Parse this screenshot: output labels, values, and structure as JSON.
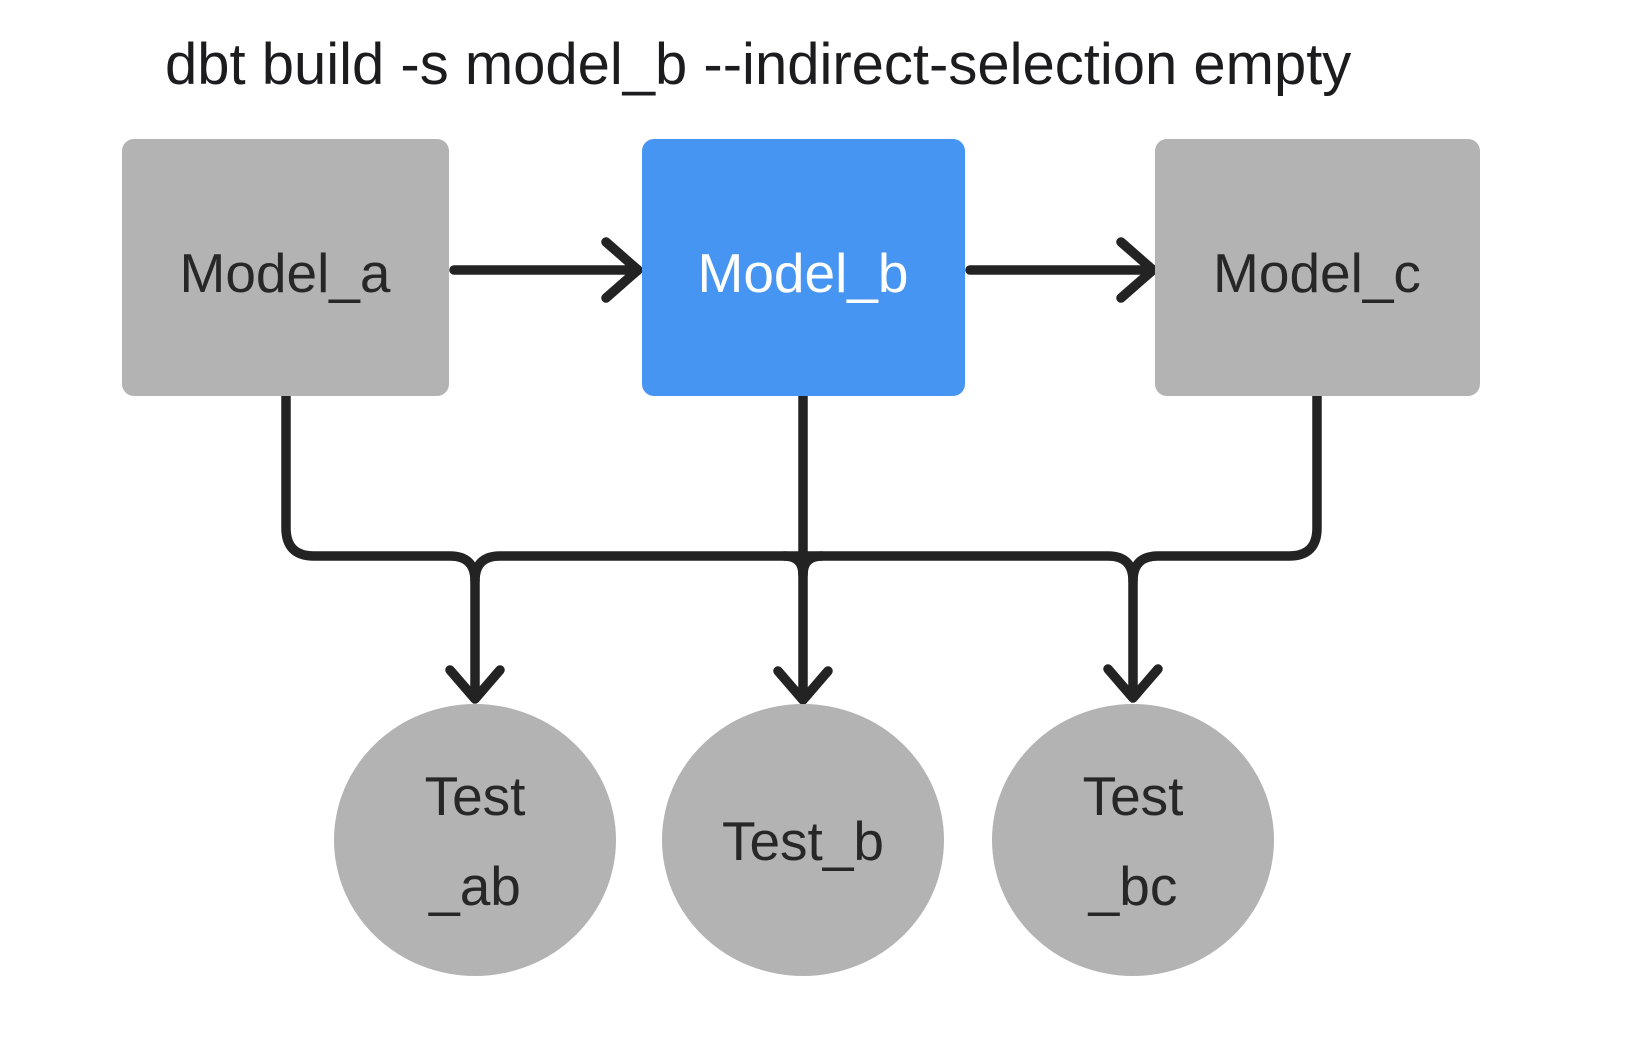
{
  "title": "dbt build -s model_b --indirect-selection empty",
  "colors": {
    "background": "#ffffff",
    "node_gray": "#b3b3b3",
    "node_selected_blue": "#4795f2",
    "edge_dark": "#232323",
    "text_dark": "#272727",
    "text_light": "#ffffff",
    "title_color": "#1c1c1e"
  },
  "nodes": {
    "model_a": {
      "label": "Model_a",
      "type": "model",
      "state": "unselected"
    },
    "model_b": {
      "label": "Model_b",
      "type": "model",
      "state": "selected"
    },
    "model_c": {
      "label": "Model_c",
      "type": "model",
      "state": "unselected"
    },
    "test_ab": {
      "label_line1": "Test",
      "label_line2": "_ab",
      "type": "test",
      "state": "excluded"
    },
    "test_b": {
      "label": "Test_b",
      "type": "test",
      "state": "excluded"
    },
    "test_bc": {
      "label_line1": "Test",
      "label_line2": "_bc",
      "type": "test",
      "state": "excluded"
    }
  },
  "edges": [
    "Model_a -> Model_b",
    "Model_b -> Model_c",
    "Model_a -> Test_ab",
    "Model_b -> Test_ab",
    "Model_b -> Test_b",
    "Model_b -> Test_bc",
    "Model_c -> Test_bc"
  ]
}
